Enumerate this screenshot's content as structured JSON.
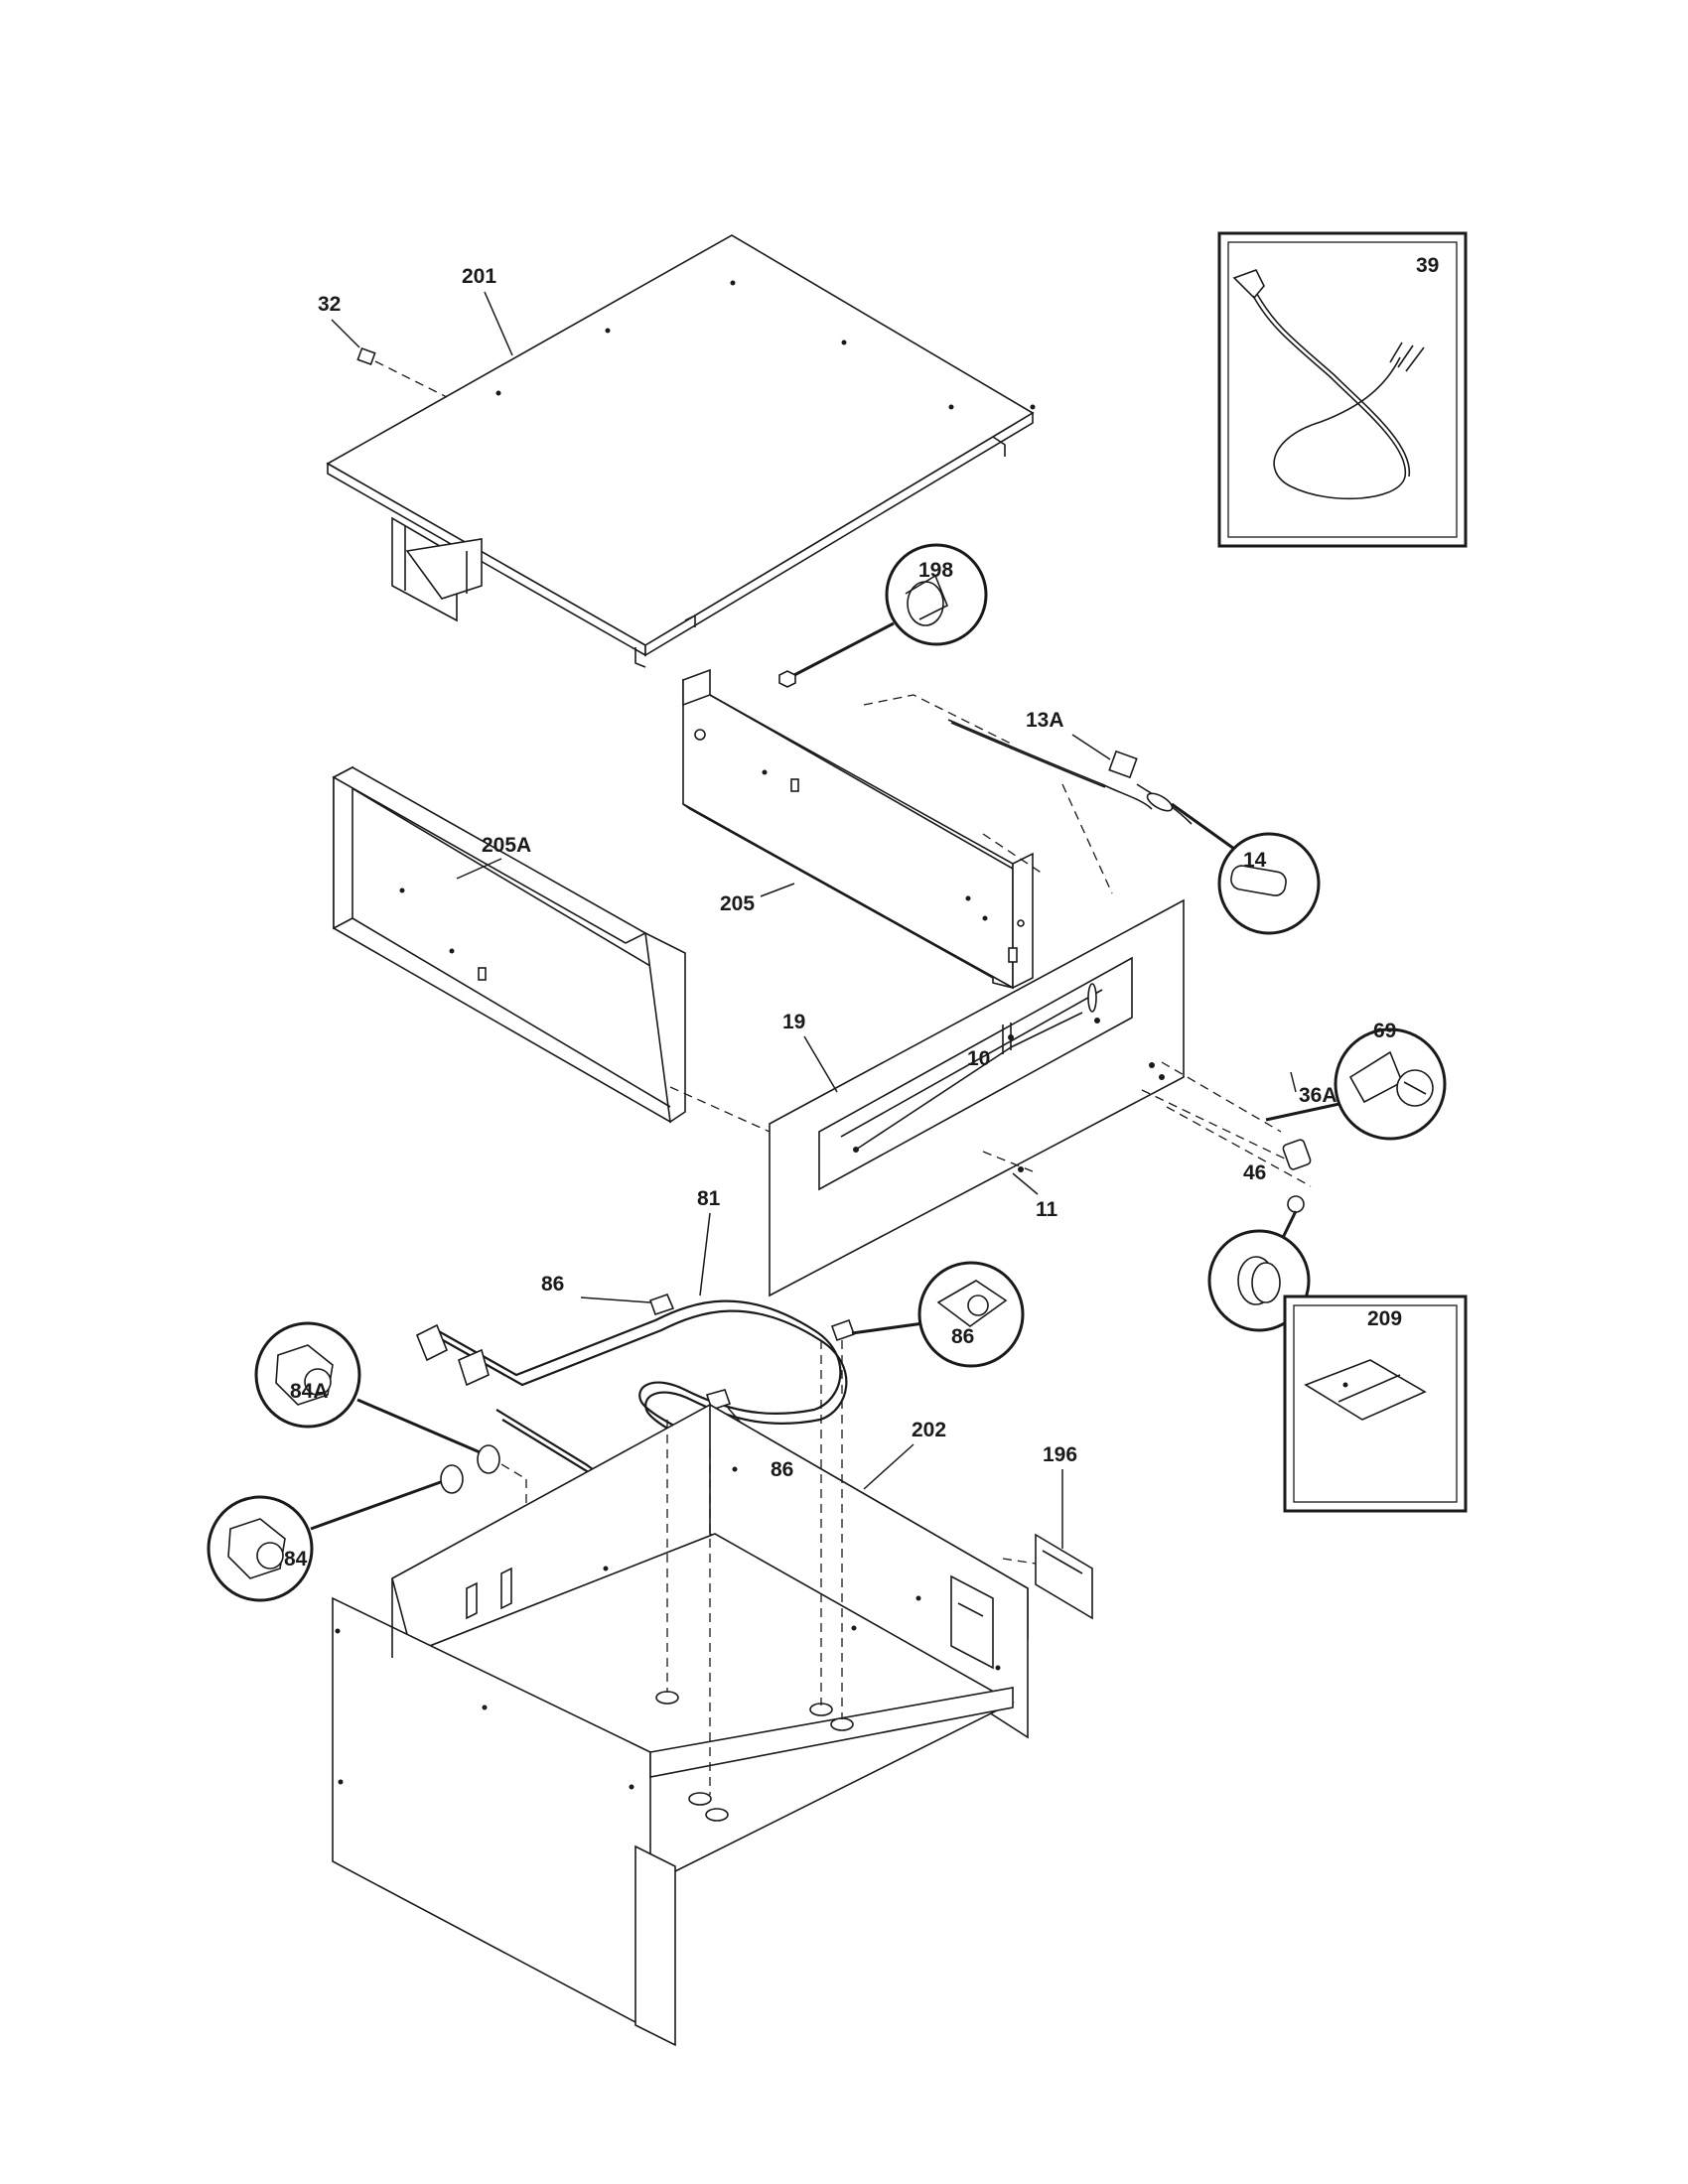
{
  "labels": {
    "l201": "201",
    "l32": "32",
    "l39": "39",
    "l198": "198",
    "l13a": "13A",
    "l14": "14",
    "l205a": "205A",
    "l205": "205",
    "l19": "19",
    "l10": "10",
    "l69": "69",
    "l36a": "36A",
    "l46": "46",
    "l11": "11",
    "l81": "81",
    "l86a": "86",
    "l86b": "86",
    "l86c": "86",
    "l84a": "84A",
    "l84": "84",
    "l202": "202",
    "l196": "196",
    "l209": "209"
  }
}
